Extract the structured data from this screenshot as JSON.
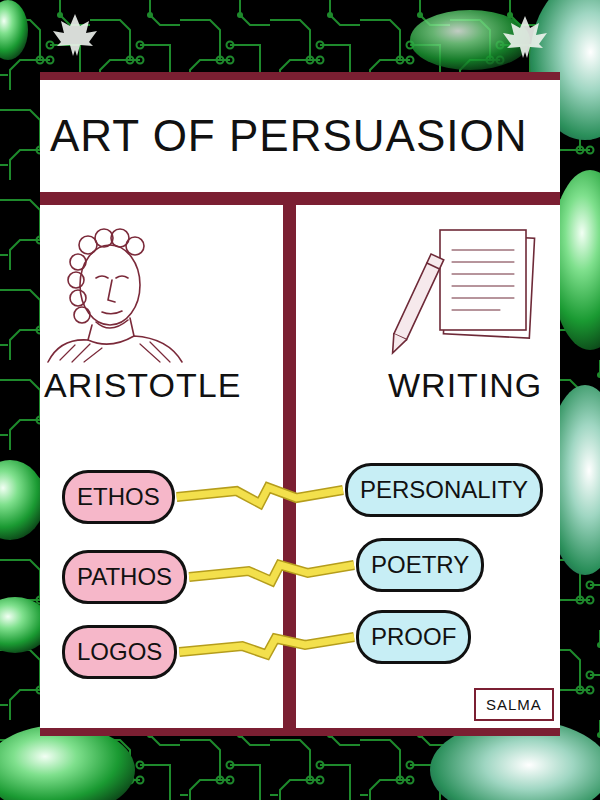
{
  "diagram": {
    "title": "ART OF PERSUASION",
    "nodes": [
      {
        "text": [
          "ETHOS"
        ]
      },
      {
        "text": [
          "PATHOS"
        ]
      },
      {
        "text": [
          "LOGOS"
        ]
      },
      {
        "text": [
          "PERSONALITY"
        ]
      },
      {
        "text": [
          "POETRY"
        ]
      },
      {
        "text": [
          "PROOF"
        ]
      }
    ],
    "edges": [
      {
        "from": 0,
        "to": 3,
        "arrow": "none"
      },
      {
        "from": 1,
        "to": 4,
        "arrow": "none"
      },
      {
        "from": 2,
        "to": 5,
        "arrow": "none"
      }
    ],
    "labels": [
      "ARISTOTLE",
      "WRITING",
      "SALMA"
    ]
  }
}
